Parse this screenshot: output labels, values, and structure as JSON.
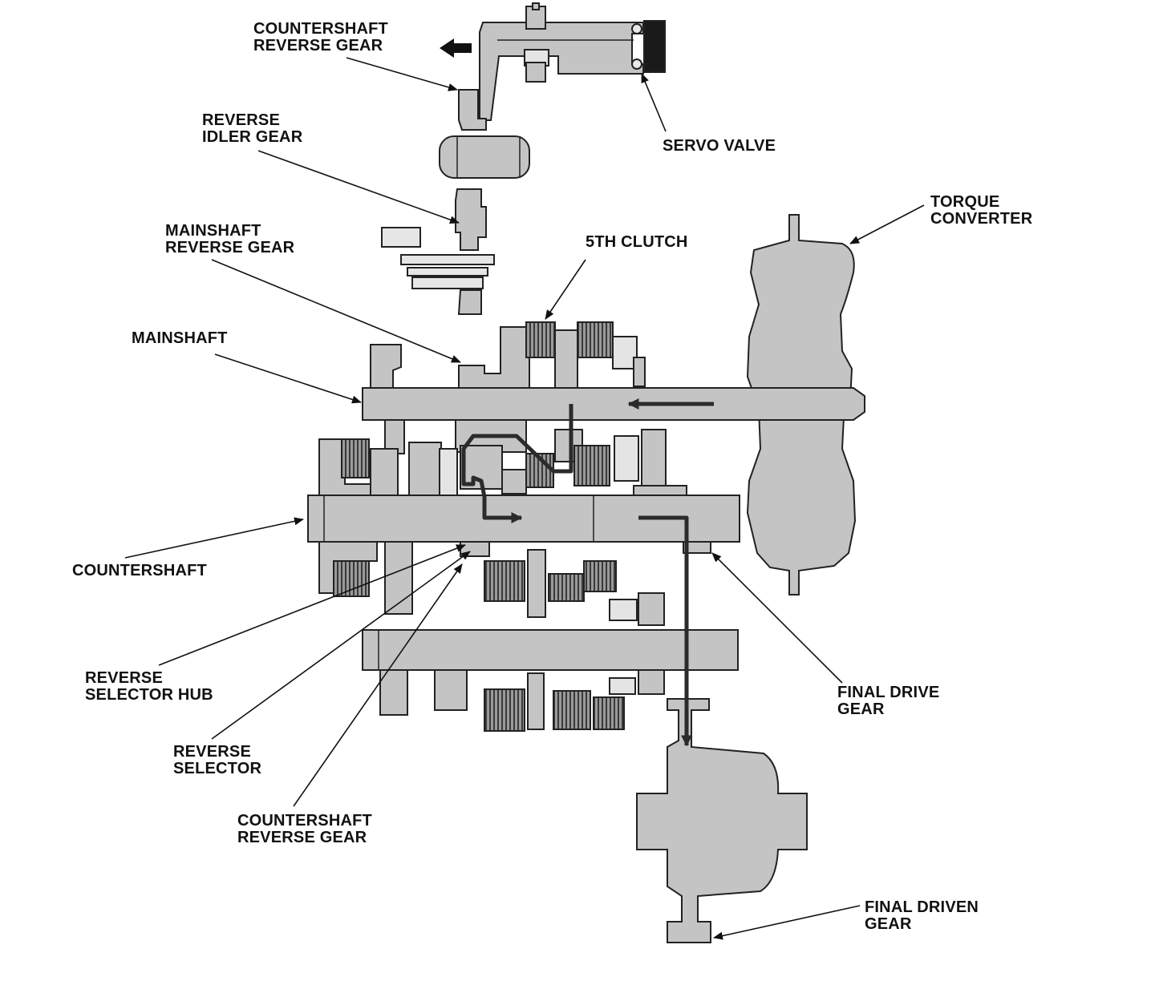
{
  "colors": {
    "background": "#ffffff",
    "part_fill": "#c4c4c4",
    "part_stroke": "#222222",
    "clutch_fill": "#8a8a8a",
    "flow_path": "#2b2b2b",
    "label_text": "#111111"
  },
  "labels": {
    "countershaft_reverse_gear_top": [
      "COUNTERSHAFT",
      "REVERSE GEAR"
    ],
    "servo_valve": [
      "SERVO VALVE"
    ],
    "reverse_idler_gear": [
      "REVERSE",
      "IDLER GEAR"
    ],
    "torque_converter": [
      "TORQUE",
      "CONVERTER"
    ],
    "mainshaft_reverse_gear": [
      "MAINSHAFT",
      "REVERSE GEAR"
    ],
    "fifth_clutch": [
      "5TH CLUTCH"
    ],
    "mainshaft": [
      "MAINSHAFT"
    ],
    "countershaft": [
      "COUNTERSHAFT"
    ],
    "reverse_selector_hub": [
      "REVERSE",
      "SELECTOR HUB"
    ],
    "reverse_selector": [
      "REVERSE",
      "SELECTOR"
    ],
    "countershaft_reverse_gear_bottom": [
      "COUNTERSHAFT",
      "REVERSE GEAR"
    ],
    "final_drive_gear": [
      "FINAL DRIVE",
      "GEAR"
    ],
    "final_driven_gear": [
      "FINAL DRIVEN",
      "GEAR"
    ]
  },
  "icons": {
    "direction_arrow": "left-arrow-icon"
  }
}
